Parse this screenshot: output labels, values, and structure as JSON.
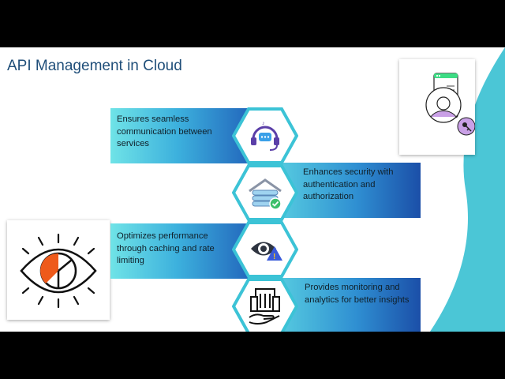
{
  "slide": {
    "title": "API Management in Cloud"
  },
  "features": [
    {
      "text": "Ensures seamless communication between services",
      "icon": "headset-chat-icon"
    },
    {
      "text": "Enhances security with authentication and authorization",
      "icon": "secure-server-icon"
    },
    {
      "text": "Optimizes performance through caching and rate limiting",
      "icon": "eye-warning-icon"
    },
    {
      "text": "Provides monitoring and analytics for better insights",
      "icon": "building-hand-icon"
    }
  ],
  "colors": {
    "title": "#1f4e79",
    "accent": "#3cc3d6",
    "deep_blue": "#1f5db8"
  }
}
